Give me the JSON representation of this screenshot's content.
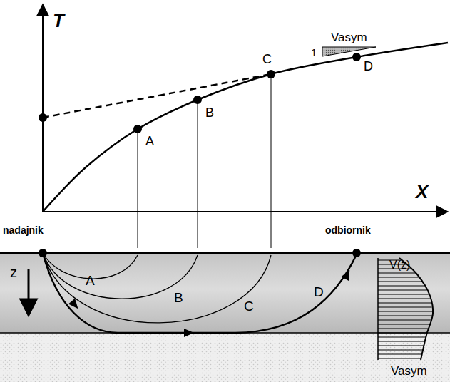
{
  "diagram": {
    "labels": [
      "T",
      "X",
      "A",
      "B",
      "C",
      "D",
      "1",
      "Vasym",
      "nadajnik",
      "odbiornik",
      "z",
      "A",
      "B",
      "C",
      "D",
      "V(z)",
      "Vasym"
    ]
  }
}
